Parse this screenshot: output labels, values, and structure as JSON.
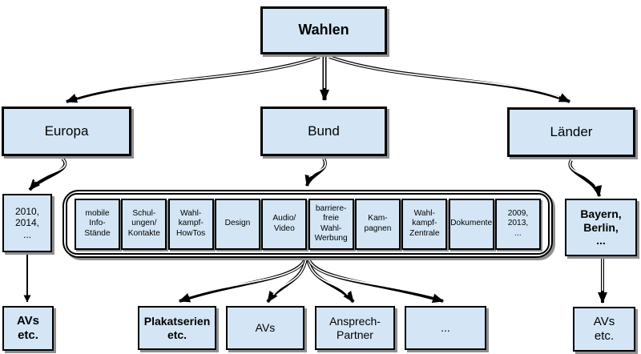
{
  "nodes": {
    "root": "Wahlen",
    "europa": "Europa",
    "bund": "Bund",
    "laender": "Länder",
    "europa_years": "2010,\n2014,\n...",
    "laender_states": "Bayern,\nBerlin,\n...",
    "avs_left": "AVs\netc.",
    "plakatserien": "Plakatserien\netc.",
    "avs_mid": "AVs",
    "ansprechpartner": "Ansprech-\nPartner",
    "ellipsis": "...",
    "avs_right": "AVs\netc."
  },
  "bund_topics": [
    "mobile\nInfo-\nStände",
    "Schul-\nungen/\nKontakte",
    "Wahl-\nkampf-\nHowTos",
    "Design",
    "Audio/\nVideo",
    "barriere-\nfreie\nWahl-\nWerbung",
    "Kam-\npagnen",
    "Wahl-\nkampf-\nZentrale",
    "Dokumente",
    "2009,\n2013,\n..."
  ],
  "colors": {
    "box_fill": "#d4e6f5",
    "box_border": "#000000",
    "shadow": "#8f8f8f",
    "background": "#ffffff"
  }
}
